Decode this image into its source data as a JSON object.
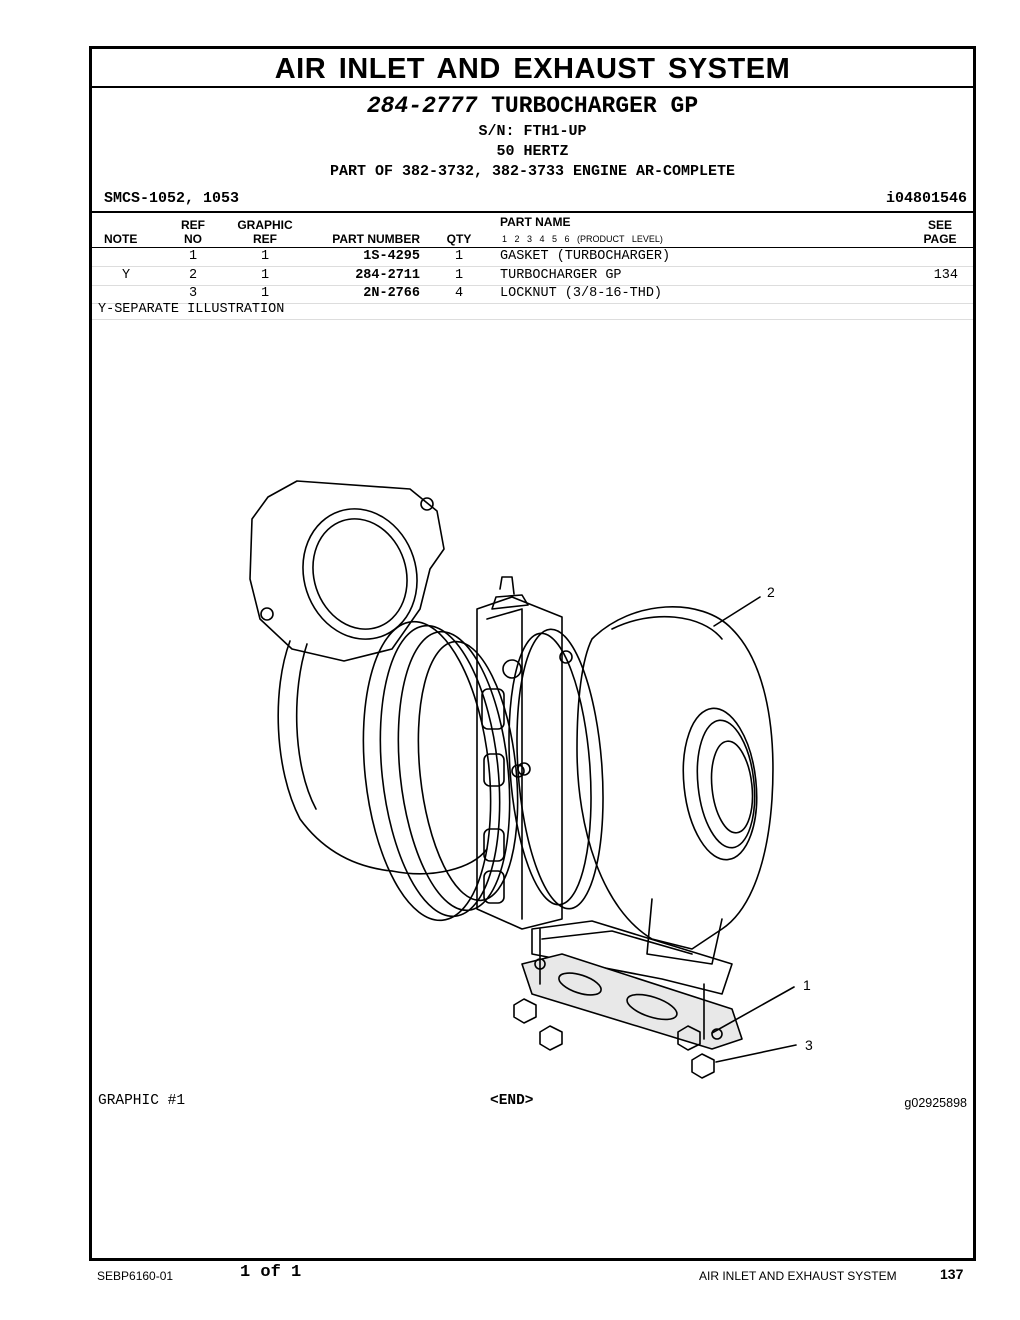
{
  "section_title": "AIR INLET AND EXHAUST SYSTEM",
  "group": {
    "part_number": "284-2777",
    "name": "TURBOCHARGER GP",
    "serial": "S/N: FTH1-UP",
    "frequency": "50 HERTZ",
    "part_of": "PART OF 382-3732, 382-3733 ENGINE AR-COMPLETE",
    "smcs": "SMCS-1052, 1053",
    "illustration_id": "i04801546"
  },
  "table": {
    "headers": {
      "note": "NOTE",
      "ref_top": "REF",
      "ref_bottom": "NO",
      "graphic_top": "GRAPHIC",
      "graphic_bottom": "REF",
      "part_number": "PART NUMBER",
      "qty": "QTY",
      "part_name": "PART NAME",
      "product_levels": "1  2  3  4  5  6  (PRODUCT LEVEL)",
      "see_top": "SEE",
      "see_bottom": "PAGE"
    },
    "rows": [
      {
        "note": "",
        "ref": "1",
        "graphic": "1",
        "part_number": "1S-4295",
        "qty": "1",
        "name": "GASKET (TURBOCHARGER)",
        "see": ""
      },
      {
        "note": "Y",
        "ref": "2",
        "graphic": "1",
        "part_number": "284-2711",
        "qty": "1",
        "name": "TURBOCHARGER GP",
        "see": "134"
      },
      {
        "note": "",
        "ref": "3",
        "graphic": "1",
        "part_number": "2N-2766",
        "qty": "4",
        "name": "LOCKNUT (3/8-16-THD)",
        "see": ""
      }
    ],
    "footnote": "Y-SEPARATE ILLUSTRATION"
  },
  "illustration": {
    "callouts": [
      "2",
      "1",
      "3"
    ],
    "graphic_label": "GRAPHIC #1",
    "end_label": "<END>",
    "graphic_number": "g02925898"
  },
  "footer": {
    "doc_number": "SEBP6160-01",
    "page_of": "1 of 1",
    "section": "AIR INLET AND EXHAUST SYSTEM",
    "page_number": "137"
  }
}
